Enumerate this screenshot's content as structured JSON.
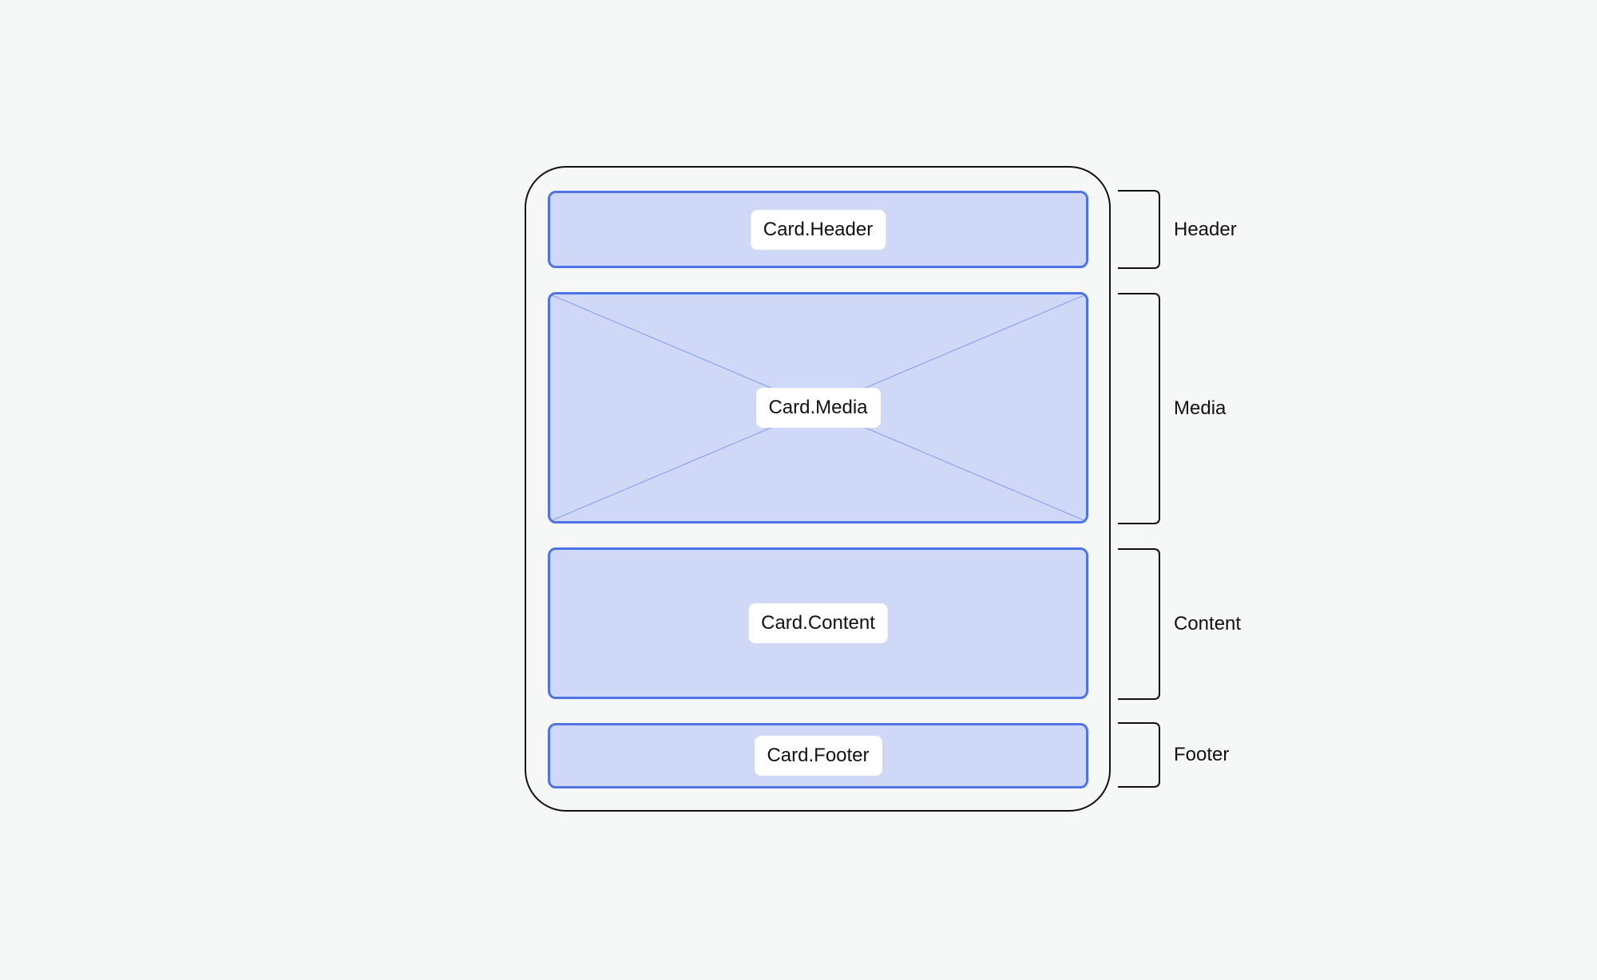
{
  "diagram": {
    "slots": [
      {
        "id": "header",
        "label": "Card.Header"
      },
      {
        "id": "media",
        "label": "Card.Media"
      },
      {
        "id": "content",
        "label": "Card.Content"
      },
      {
        "id": "footer",
        "label": "Card.Footer"
      }
    ],
    "brackets": [
      {
        "id": "header",
        "label": "Header"
      },
      {
        "id": "media",
        "label": "Media"
      },
      {
        "id": "content",
        "label": "Content"
      },
      {
        "id": "footer",
        "label": "Footer"
      }
    ],
    "colors": {
      "slot_fill": "#d0d8f7",
      "slot_border": "#4f72e8",
      "outline": "#111111",
      "background": "#f6f8f7"
    }
  }
}
